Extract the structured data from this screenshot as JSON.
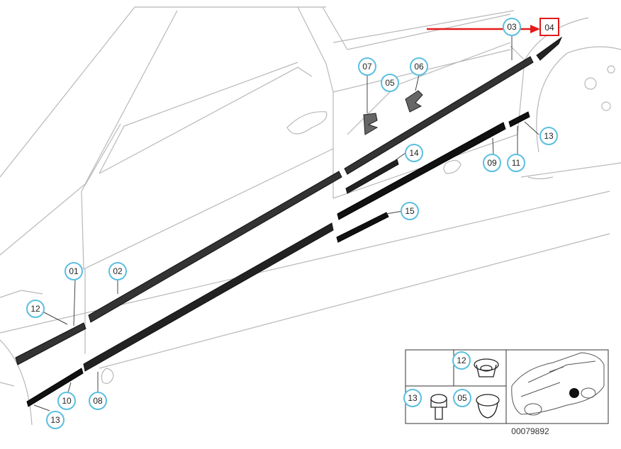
{
  "diagram": {
    "callouts": {
      "c01": "01",
      "c02": "02",
      "c03": "03",
      "c04": "04",
      "c05": "05",
      "c06": "06",
      "c07": "07",
      "c08": "08",
      "c09": "09",
      "c10": "10",
      "c11": "11",
      "c12": "12",
      "c13": "13",
      "c14": "14",
      "c15": "15"
    },
    "inset_callouts": {
      "c12": "12",
      "c13": "13",
      "c05": "05"
    },
    "reference_number": "00079892",
    "colors": {
      "callout_ring": "#5bbfe0",
      "highlight_box": "#e31a1a",
      "outline": "#b8b8b8",
      "part": "#1a1a1a"
    }
  }
}
